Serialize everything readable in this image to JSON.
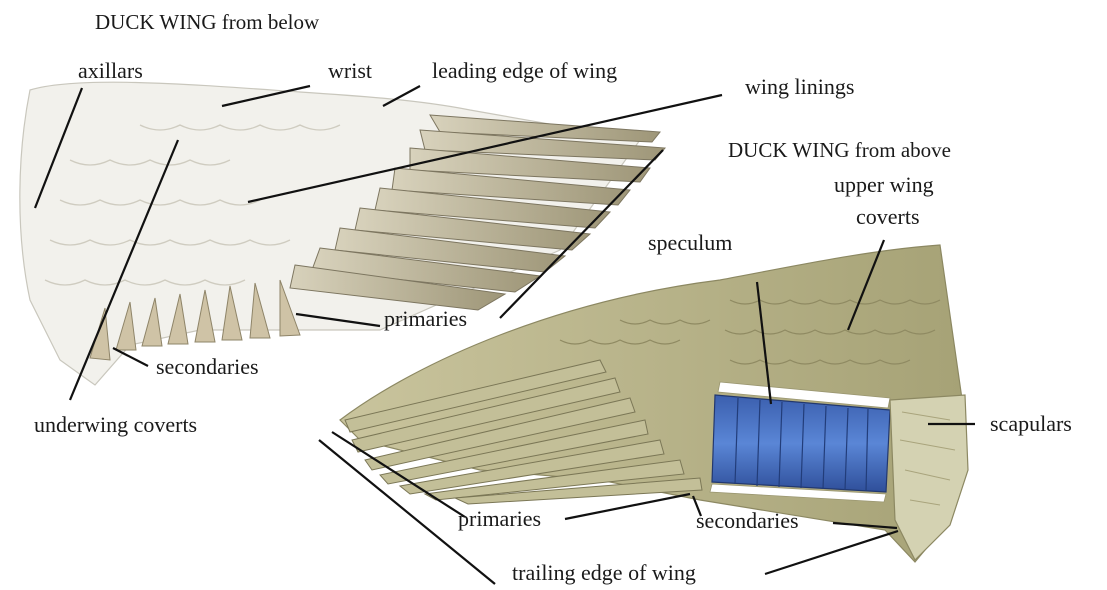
{
  "titles": {
    "below": "DUCK WING from below",
    "above": "DUCK WING from above"
  },
  "labels": {
    "axillars": "axillars",
    "wrist": "wrist",
    "leading_edge": "leading edge of wing",
    "wing_linings": "wing linings",
    "primaries_below": "primaries",
    "secondaries_below": "secondaries",
    "underwing_coverts": "underwing coverts",
    "upper_wing": "upper wing",
    "coverts": "coverts",
    "speculum": "speculum",
    "scapulars": "scapulars",
    "primaries_above": "primaries",
    "secondaries_above": "secondaries",
    "trailing_edge": "trailing edge of wing"
  },
  "colors": {
    "underwing_white": "#f4f3ef",
    "feather_tan": "#b9ad8a",
    "feather_olive": "#a9a77a",
    "speculum_blue": "#3d63b4",
    "leader_line": "#111111"
  }
}
